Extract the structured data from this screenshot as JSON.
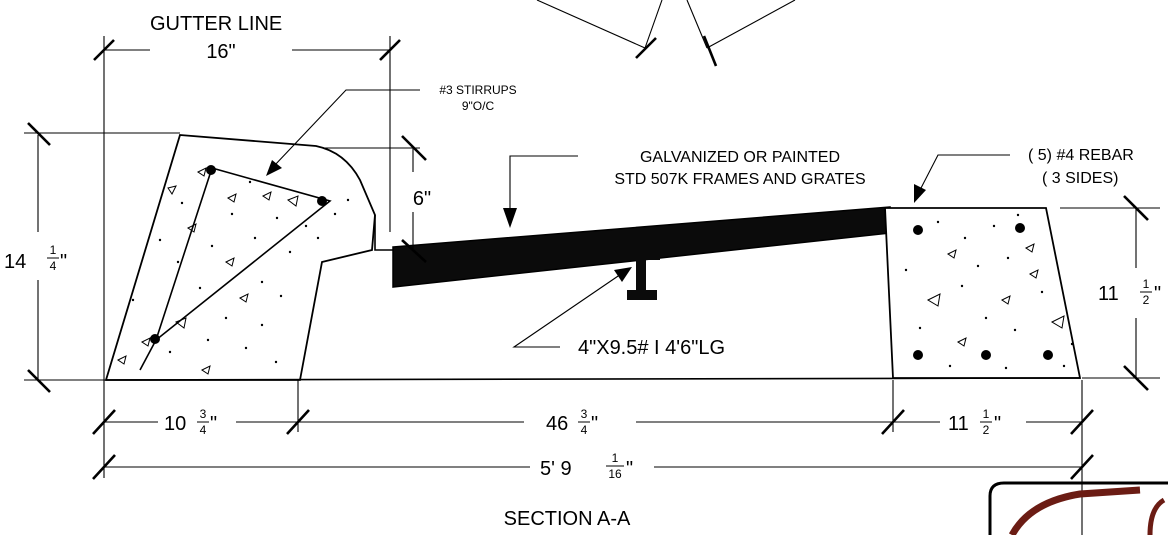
{
  "labels": {
    "gutter_line": "GUTTER LINE",
    "dim_top": "16\"",
    "stirrups_1": "#3 STIRRUPS",
    "stirrups_2": "9\"O/C",
    "frames_1": "GALVANIZED OR PAINTED",
    "frames_2": "STD 507K FRAMES AND GRATES",
    "rebar_1": "( 5)  #4 REBAR",
    "rebar_2": "( 3 SIDES)",
    "dim_6": "6\"",
    "dim_left_whole": "14",
    "dim_left_num": "1",
    "dim_left_den": "4",
    "dim_left_unit": "\"",
    "dim_right_whole": "11",
    "dim_right_num": "1",
    "dim_right_den": "2",
    "dim_right_unit": "\"",
    "beam_label": "4\"X9.5# I 4'6\"LG",
    "dim_b1_whole": "10",
    "dim_b1_num": "3",
    "dim_b1_den": "4",
    "dim_b1_unit": "\"",
    "dim_b2_whole": "46",
    "dim_b2_num": "3",
    "dim_b2_den": "4",
    "dim_b2_unit": "\"",
    "dim_b3_whole": "11",
    "dim_b3_num": "1",
    "dim_b3_den": "2",
    "dim_b3_unit": "\"",
    "dim_total_whole": "5' 9",
    "dim_total_num": "1",
    "dim_total_den": "16",
    "dim_total_unit": "\"",
    "section_title": "SECTION A-A"
  }
}
